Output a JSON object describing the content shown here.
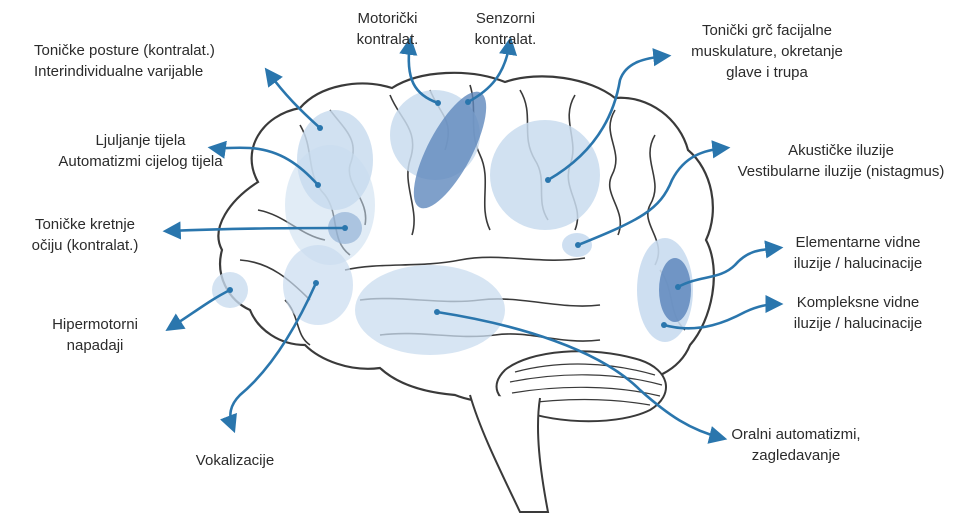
{
  "colors": {
    "arrow": "#2a76ad",
    "region_light": "#c9dcef",
    "region_mid": "#9fbfe0",
    "region_dark": "#5f88bd",
    "outline": "#3a3a3a"
  },
  "labels": {
    "tonic_posture": [
      "Toničke posture (kontralat.)",
      "Interindividualne varijable"
    ],
    "motor": [
      "Motorički",
      "kontralat."
    ],
    "sensory": [
      "Senzorni",
      "kontralat."
    ],
    "facial_spasm": [
      "Tonički grč facijalne",
      "muskulature, okretanje",
      "glave i trupa"
    ],
    "body_rocking": [
      "Ljuljanje tijela",
      "Automatizmi cijelog tijela"
    ],
    "acoustic": [
      "Akustičke iluzije",
      "Vestibularne iluzije (nistagmus)"
    ],
    "eye_movements": [
      "Toničke kretnje",
      "očiju (kontralat.)"
    ],
    "elementary_visual": [
      "Elementarne vidne",
      "iluzije / halucinacije"
    ],
    "complex_visual": [
      "Kompleksne vidne",
      "iluzije / halucinacije"
    ],
    "hypermotor": [
      "Hipermotorni",
      "napadaji"
    ],
    "vocalization": [
      "Vokalizacije"
    ],
    "oral": [
      "Oralni automatizmi,",
      "zagledavanje"
    ]
  }
}
